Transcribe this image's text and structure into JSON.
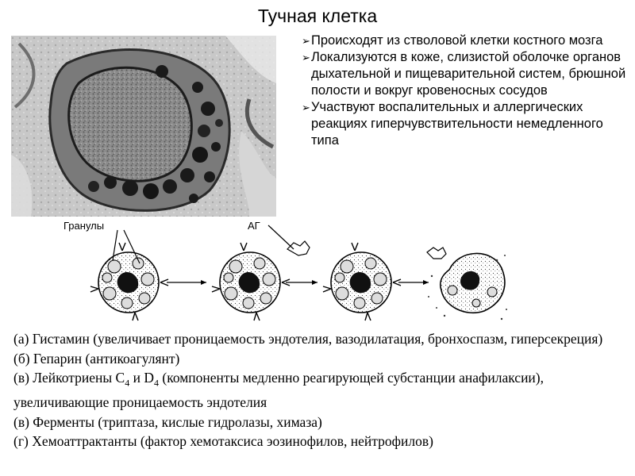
{
  "title": "Тучная клетка",
  "facts": [
    "Происходят из стволовой клетки костного мозга",
    "Локализуются в коже, слизистой оболочке органов дыхательной и пищеварительной систем, брюшной полости и вокруг кровеносных сосудов",
    "Участвуют  воспалительных и аллергических реакциях гиперчувствительности немедленного типа"
  ],
  "diagram": {
    "label_granules": "Гранулы",
    "label_antigen": "АГ"
  },
  "functions": {
    "a": "(а) Гистамин (увеличивает проницаемость эндотелия, вазодилатация, бронхоспазм, гиперсекреция)",
    "b": "(б) Гепарин (антикоагулянт)",
    "c_part1": "(в) Лейкотриены C",
    "c_sub1": "4",
    "c_part2": " и D",
    "c_sub2": "4",
    "c_part3": " (компоненты медленно реагирующей субстанции анафилаксии), увеличивающие проницаемость эндотелия",
    "d": "(в) Ферменты (триптаза, кислые гидролазы, химаза)",
    "e": "(г) Хемоаттрактанты (фактор хемотаксиса эозинофилов, нейтрофилов)"
  }
}
